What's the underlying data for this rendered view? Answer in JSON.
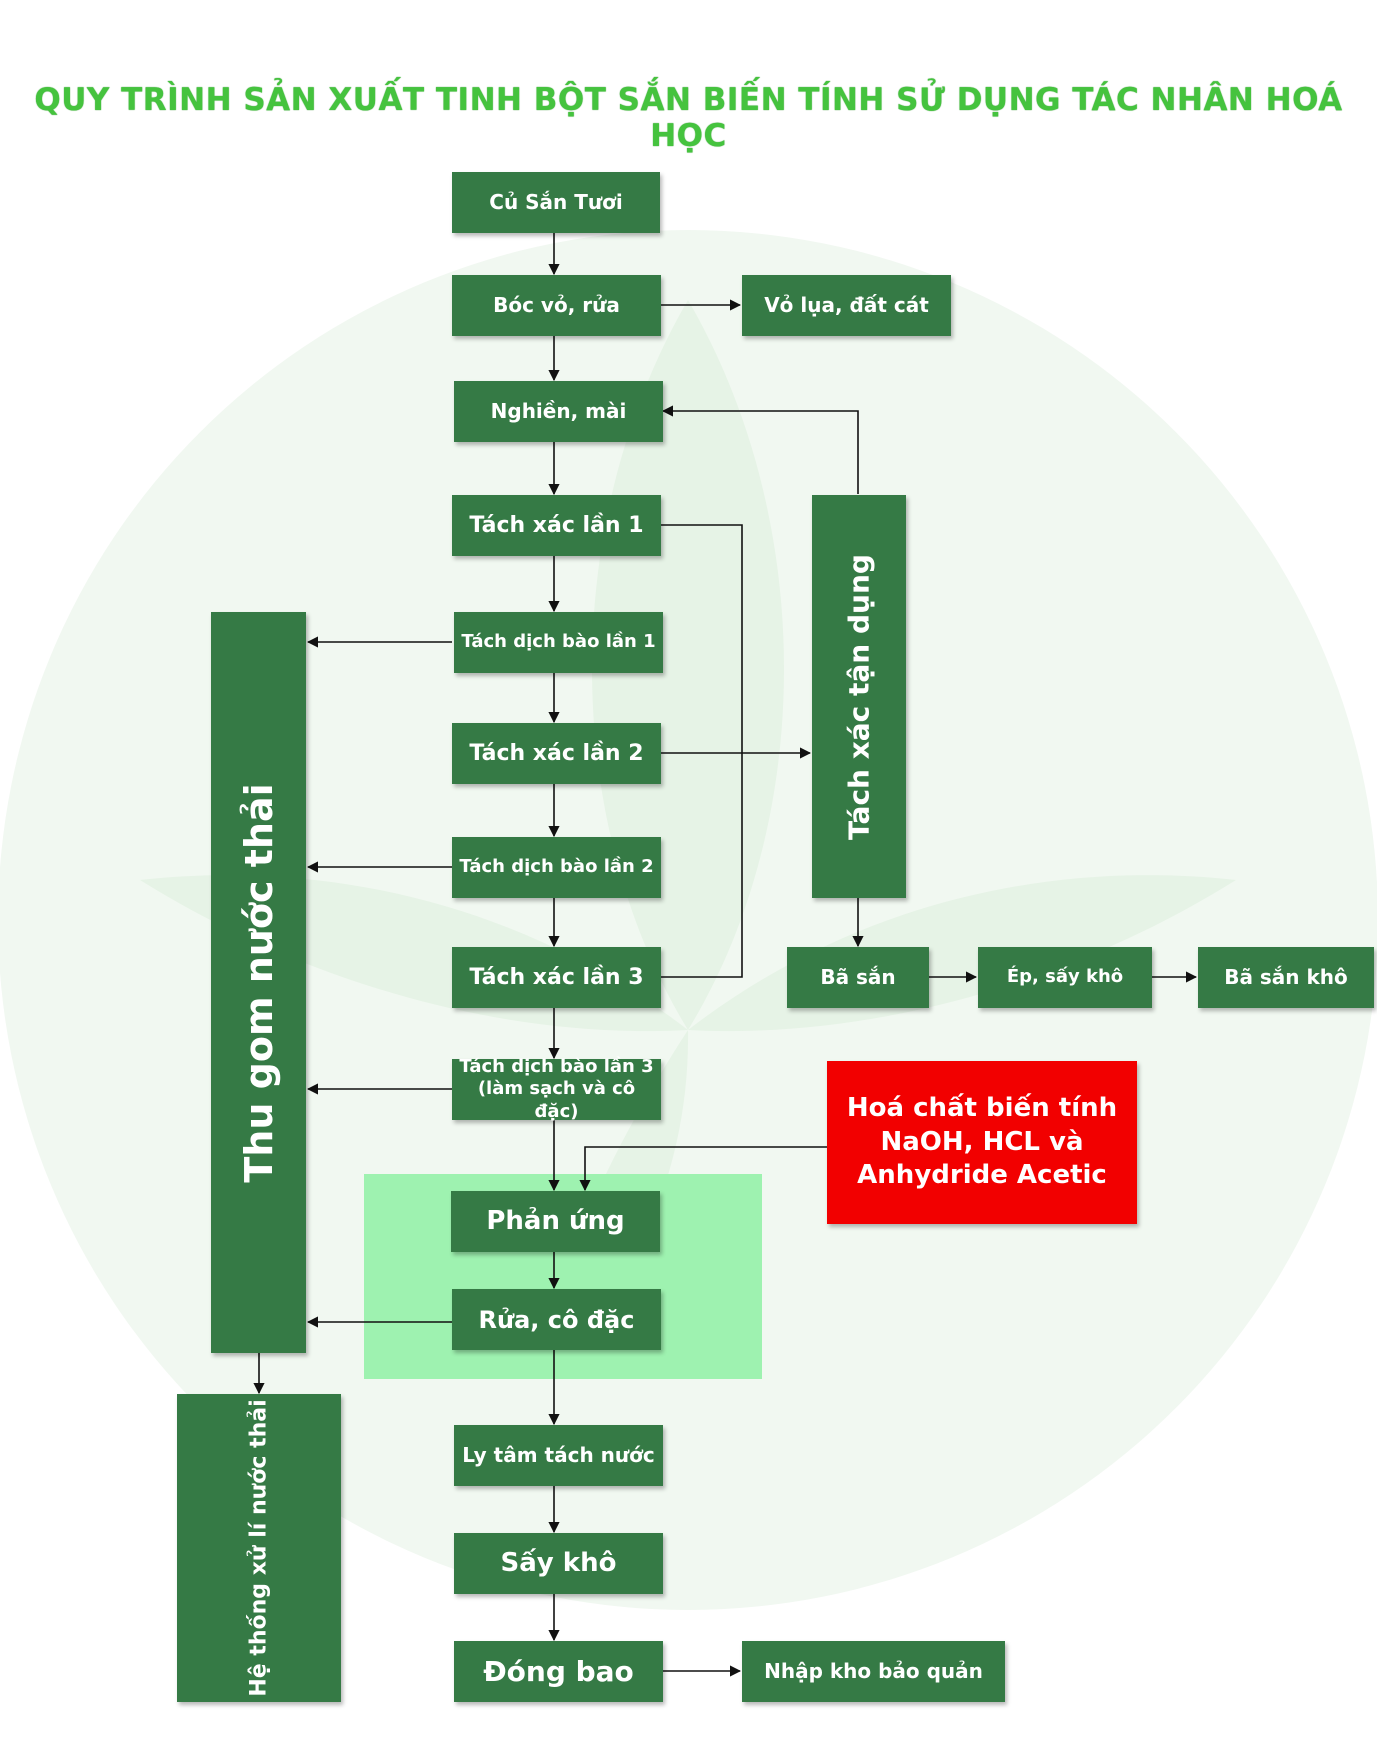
{
  "title": "QUY TRÌNH SẢN XUẤT TINH BỘT SẮN BIẾN TÍNH SỬ DỤNG TÁC NHÂN HOÁ HỌC",
  "steps": {
    "cu_san_tuoi": "Củ Sắn Tươi",
    "boc_vo_rua": "Bóc vỏ, rửa",
    "vo_lua_dat_cat": "Vỏ lụa, đất cát",
    "nghien_mai": "Nghiền, mài",
    "tach_xac_1": "Tách xác lần 1",
    "tach_dich_1": "Tách dịch bào lần 1",
    "tach_xac_2": "Tách xác lần 2",
    "tach_dich_2": "Tách dịch bào lần 2",
    "tach_xac_3": "Tách xác lần 3",
    "tach_dich_3_line1": "Tách dịch bào lần 3",
    "tach_dich_3_line2": "(làm sạch và cô đặc)",
    "phan_ung": "Phản ứng",
    "rua_co_dac": "Rửa, cô đặc",
    "ly_tam": "Ly tâm tách nước",
    "say_kho": "Sấy khô",
    "dong_bao": "Đóng bao",
    "nhap_kho": "Nhập kho bảo quản"
  },
  "side": {
    "tach_xac_tan_dung": "Tách xác tận dụng",
    "ba_san": "Bã sắn",
    "ep_say_kho": "Ép, sấy khô",
    "ba_san_kho": "Bã sắn khô",
    "thu_gom_nuoc_thai": "Thu gom nước thải",
    "he_thong_xu_li": "Hệ thống xử lí nước thải"
  },
  "chemical": {
    "line1": "Hoá chất biến tính",
    "line2": "NaOH, HCL và",
    "line3": "Anhydride Acetic"
  },
  "colors": {
    "box_green": "#357a45",
    "title_green": "#45c33e",
    "highlight": "#9ef2b0",
    "chemical_red": "#f20000"
  }
}
